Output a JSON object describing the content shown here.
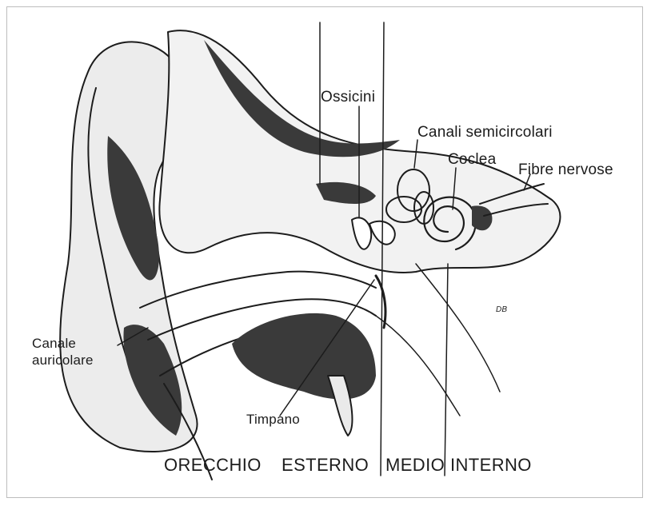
{
  "labels": {
    "ossicini": "Ossicini",
    "canali_semicircolari": "Canali semicircolari",
    "coclea": "Coclea",
    "fibre_nervose": "Fibre nervose",
    "canale_line1": "Canale",
    "canale_line2": "auricolare",
    "timpano": "Timpano",
    "signature": "DB"
  },
  "sections": {
    "orecchio": "ORECCHIO",
    "esterno": "ESTERNO",
    "medio": "MEDIO",
    "interno": "INTERNO"
  },
  "colors": {
    "ink": "#1c1c1c",
    "shade": "#3a3a3a",
    "paper": "#ffffff"
  }
}
